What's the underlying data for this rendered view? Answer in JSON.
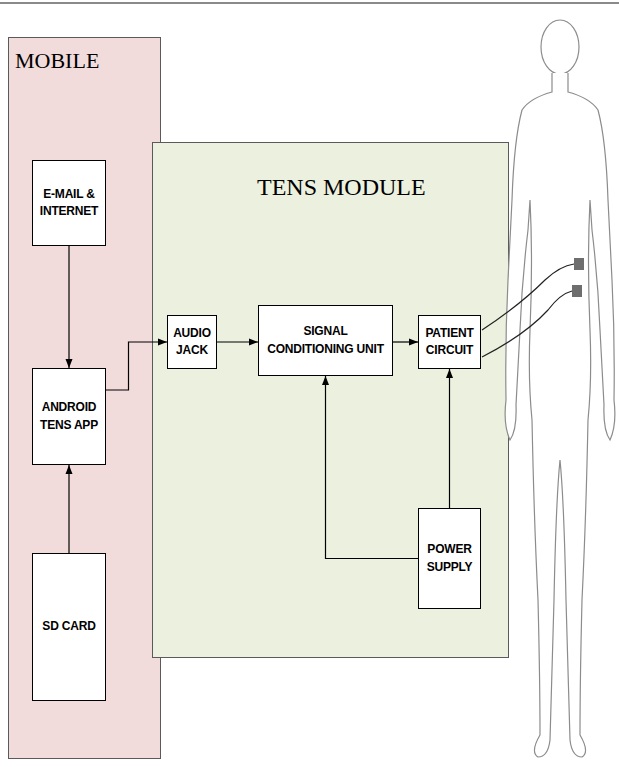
{
  "diagram": {
    "nodes": [
      {
        "text": [
          "MOBILE"
        ]
      },
      {
        "text": [
          "E-MAIL & INTERNET"
        ],
        "in": 0
      },
      {
        "text": [
          "ANDROID TENS APP"
        ],
        "in": 0
      },
      {
        "text": [
          "SD CARD"
        ],
        "in": 0
      },
      {
        "text": [
          "TENS MODULE"
        ]
      },
      {
        "text": [
          "AUDIO JACK"
        ],
        "in": 4
      },
      {
        "text": [
          "SIGNAL CONDITIONING UNIT"
        ],
        "in": 4
      },
      {
        "text": [
          "PATIENT CIRCUIT"
        ],
        "in": 4
      },
      {
        "text": [
          "POWER SUPPLY"
        ],
        "in": 4
      }
    ],
    "edges": [
      {
        "from": 1,
        "to": 2,
        "arrow": "to"
      },
      {
        "from": 3,
        "to": 2,
        "arrow": "to"
      },
      {
        "from": 2,
        "to": 5,
        "arrow": "to"
      },
      {
        "from": 5,
        "to": 6,
        "arrow": "to"
      },
      {
        "from": 6,
        "to": 7,
        "arrow": "to"
      },
      {
        "from": 8,
        "to": 7,
        "arrow": "to"
      },
      {
        "from": 8,
        "to": 6,
        "arrow": "to"
      }
    ]
  }
}
